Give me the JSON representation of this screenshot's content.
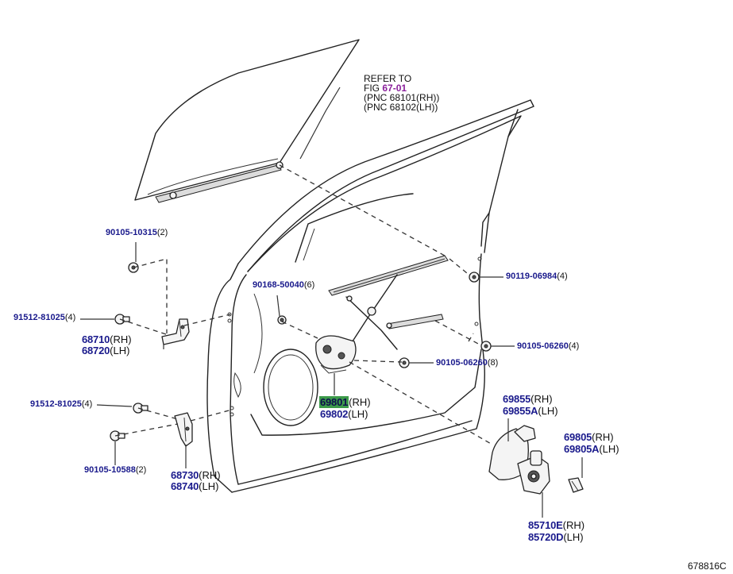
{
  "refer_note": {
    "line1": "REFER TO",
    "fig_prefix": "FIG",
    "fig_ref": "67-01",
    "line3": "(PNC 68101(RH))",
    "line4": "(PNC 68102(LH))"
  },
  "callouts": {
    "p90105_10315": {
      "num": "90105-10315",
      "qty": "(2)"
    },
    "p90168_50040": {
      "num": "90168-50040",
      "qty": "(6)"
    },
    "p90119_06984": {
      "num": "90119-06984",
      "qty": "(4)"
    },
    "p91512_81025_a": {
      "num": "91512-81025",
      "qty": "(4)"
    },
    "p68710": {
      "num": "68710",
      "suffix": "(RH)"
    },
    "p68720": {
      "num": "68720",
      "suffix": "(LH)"
    },
    "p90105_06260_a": {
      "num": "90105-06260",
      "qty": "(4)"
    },
    "p90105_06260_b": {
      "num": "90105-06260",
      "qty": "(8)"
    },
    "p69801": {
      "num": "69801",
      "suffix": "(RH)"
    },
    "p69802": {
      "num": "69802",
      "suffix": "(LH)"
    },
    "p91512_81025_b": {
      "num": "91512-81025",
      "qty": "(4)"
    },
    "p69855": {
      "num": "69855",
      "suffix": "(RH)"
    },
    "p69855A": {
      "num": "69855A",
      "suffix": "(LH)"
    },
    "p69805": {
      "num": "69805",
      "suffix": "(RH)"
    },
    "p69805A": {
      "num": "69805A",
      "suffix": "(LH)"
    },
    "p90105_10588": {
      "num": "90105-10588",
      "qty": "(2)"
    },
    "p68730": {
      "num": "68730",
      "suffix": "(RH)"
    },
    "p68740": {
      "num": "68740",
      "suffix": "(LH)"
    },
    "p85710E": {
      "num": "85710E",
      "suffix": "(RH)"
    },
    "p85720D": {
      "num": "85720D",
      "suffix": "(LH)"
    }
  },
  "diagram_code": "678816C",
  "colors": {
    "part_number": "#1a1a8c",
    "figure_ref": "#8a1f9b",
    "highlight": "#3c9a4a"
  }
}
